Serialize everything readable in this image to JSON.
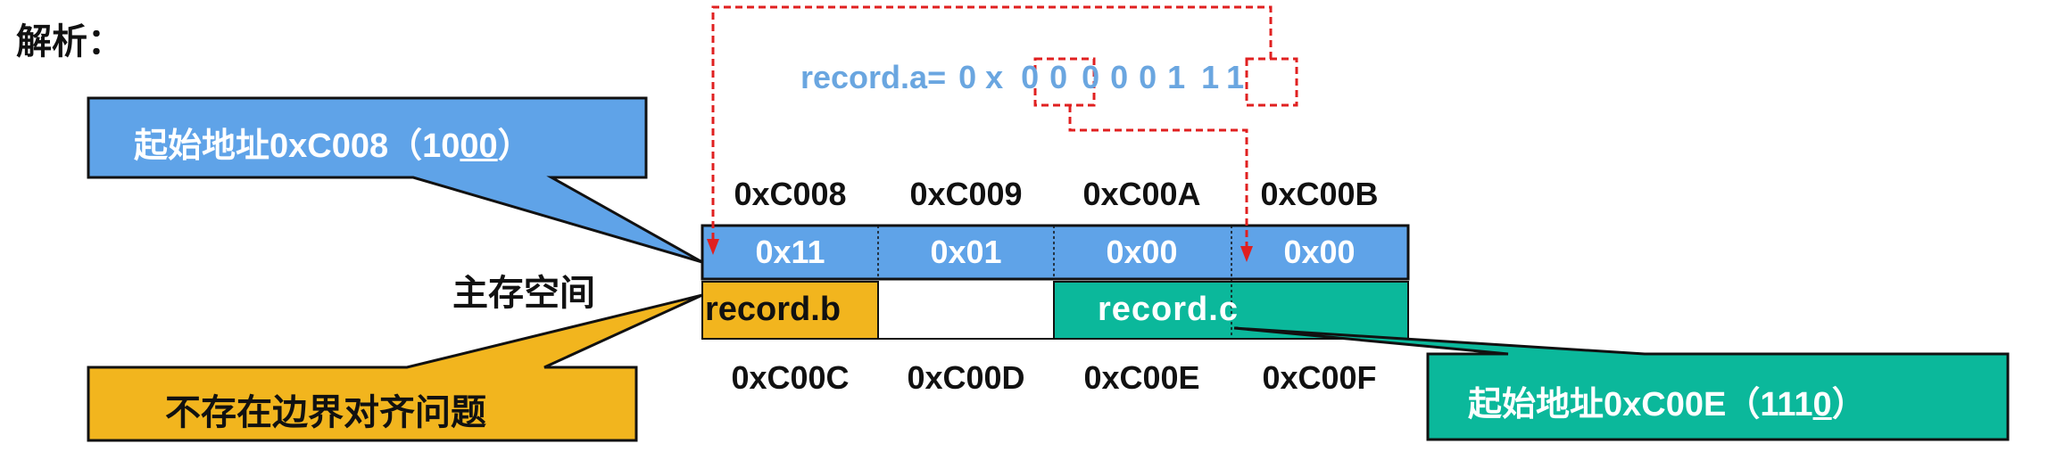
{
  "heading": "解析：",
  "record_a": {
    "label": "record.a=",
    "prefix": "0 x",
    "digits": [
      "0",
      "0",
      "0",
      "0",
      "0",
      "1",
      "1",
      "1"
    ]
  },
  "memory_label": "主存空间",
  "top_addresses": [
    "0xC008",
    "0xC009",
    "0xC00A",
    "0xC00B"
  ],
  "bottom_addresses": [
    "0xC00C",
    "0xC00D",
    "0xC00E",
    "0xC00F"
  ],
  "row1_values": [
    "0x11",
    "0x01",
    "0x00",
    "0x00"
  ],
  "row2": {
    "b": "record.b",
    "c": "record.c"
  },
  "callouts": {
    "blue": {
      "text": "起始地址0xC008（10",
      "underlined": "00",
      "close": "）"
    },
    "orange": {
      "text": "不存在边界对齐问题"
    },
    "teal": {
      "text": "起始地址0xC00E（111",
      "underlined": "0",
      "close": "）"
    }
  },
  "colors": {
    "blue": "#5fa3e8",
    "orange": "#f2b51e",
    "teal": "#0bb89b",
    "red": "#e02020",
    "text_blue": "#6aa6e0"
  }
}
